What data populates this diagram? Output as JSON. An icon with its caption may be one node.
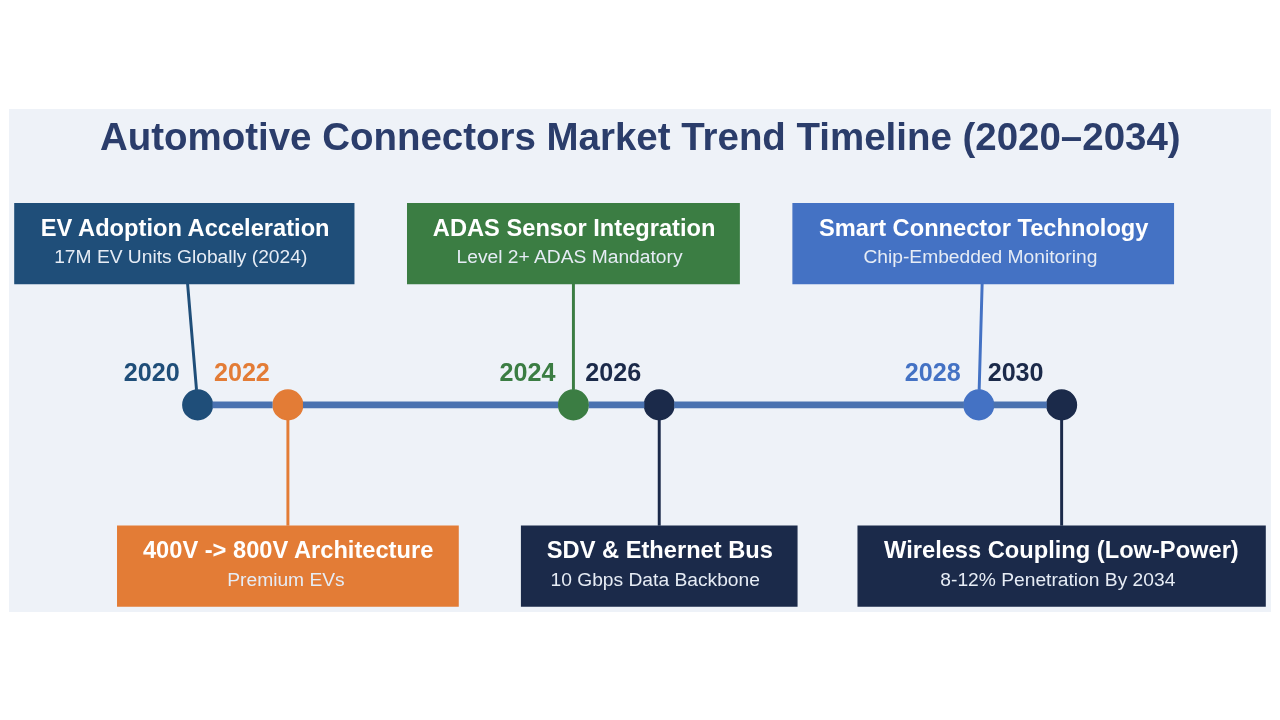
{
  "diagram": {
    "title": "Automotive Connectors Market Trend Timeline (2020–2034)",
    "nodes": [
      {
        "text": [
          "EV Adoption Acceleration",
          "17M EV Units Globally (2024)"
        ]
      },
      {
        "text": [
          "ADAS Sensor Integration",
          "Level 2+ ADAS Mandatory"
        ]
      },
      {
        "text": [
          "Smart Connector Technology",
          "Chip-Embedded Monitoring"
        ]
      },
      {
        "text": [],
        "shape": "circle",
        "beside": [
          "2020"
        ]
      },
      {
        "text": [],
        "shape": "circle",
        "beside": [
          "2022"
        ]
      },
      {
        "text": [],
        "shape": "circle",
        "beside": [
          "2024"
        ]
      },
      {
        "text": [],
        "shape": "circle",
        "beside": [
          "2026"
        ]
      },
      {
        "text": [],
        "shape": "circle",
        "beside": [
          "2028"
        ]
      },
      {
        "text": [],
        "shape": "circle",
        "beside": [
          "2030"
        ]
      },
      {
        "text": [
          "400V -> 800V Architecture",
          "Premium EVs"
        ]
      },
      {
        "text": [
          "SDV & Ethernet Bus",
          "10 Gbps Data Backbone"
        ]
      },
      {
        "text": [
          "Wireless Coupling (Low-Power)",
          "8-12% Penetration By 2034"
        ]
      }
    ],
    "edges": [
      {
        "from": 0,
        "to": 3,
        "arrow": "none",
        "color": "#1f4e79"
      },
      {
        "from": 1,
        "to": 5,
        "arrow": "none",
        "color": "#3b7d43"
      },
      {
        "from": 2,
        "to": 7,
        "arrow": "none",
        "color": "#4472c4"
      },
      {
        "from": 3,
        "to": 4,
        "arrow": "none",
        "style": "thick"
      },
      {
        "from": 4,
        "to": 5,
        "arrow": "none",
        "style": "thick"
      },
      {
        "from": 5,
        "to": 6,
        "arrow": "none",
        "style": "thick"
      },
      {
        "from": 6,
        "to": 7,
        "arrow": "none",
        "style": "thick"
      },
      {
        "from": 7,
        "to": 8,
        "arrow": "none",
        "style": "thick"
      },
      {
        "from": 4,
        "to": 9,
        "arrow": "none",
        "color": "#e37c36"
      },
      {
        "from": 6,
        "to": 10,
        "arrow": "none",
        "color": "#1b2a4a"
      },
      {
        "from": 8,
        "to": 11,
        "arrow": "none",
        "color": "#1b2a4a"
      }
    ]
  }
}
